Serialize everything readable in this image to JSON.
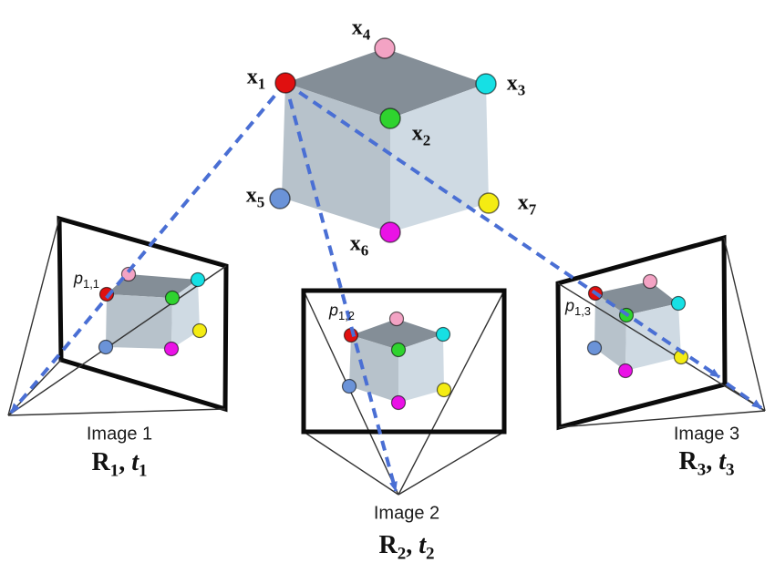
{
  "palette": {
    "background": "#ffffff",
    "ray_blue": "#4a6fd4",
    "cube_top": "#848e97",
    "cube_left": "#b7c2cb",
    "cube_right": "#cfdae3",
    "dot_red": "#e01010",
    "dot_pink": "#f3a3c4",
    "dot_cyan": "#16e0e4",
    "dot_green": "#2fd32f",
    "dot_blue": "#6b93d8",
    "dot_magenta": "#ea12e6",
    "dot_yellow": "#f4ec13"
  },
  "scene": {
    "points": {
      "x1": {
        "base": "x",
        "sub": "1"
      },
      "x2": {
        "base": "x",
        "sub": "2"
      },
      "x3": {
        "base": "x",
        "sub": "3"
      },
      "x4": {
        "base": "x",
        "sub": "4"
      },
      "x5": {
        "base": "x",
        "sub": "5"
      },
      "x6": {
        "base": "x",
        "sub": "6"
      },
      "x7": {
        "base": "x",
        "sub": "7"
      }
    }
  },
  "cameras": [
    {
      "title": "Image 1",
      "pose": {
        "R": "R",
        "R_sub": "1",
        "sep": ", ",
        "t": "t",
        "t_sub": "1"
      },
      "proj": {
        "base": "p",
        "sub": "1,1"
      }
    },
    {
      "title": "Image 2",
      "pose": {
        "R": "R",
        "R_sub": "2",
        "sep": ", ",
        "t": "t",
        "t_sub": "2"
      },
      "proj": {
        "base": "p",
        "sub": "1,2"
      }
    },
    {
      "title": "Image 3",
      "pose": {
        "R": "R",
        "R_sub": "3",
        "sep": ", ",
        "t": "t",
        "t_sub": "3"
      },
      "proj": {
        "base": "p",
        "sub": "1,3"
      }
    }
  ]
}
